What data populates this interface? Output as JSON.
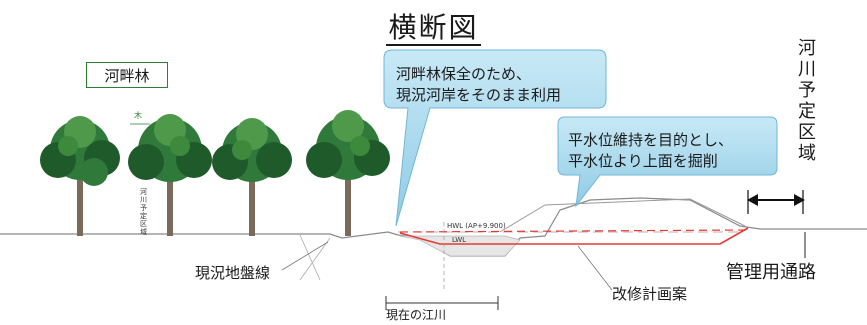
{
  "title": "横断図",
  "labels": {
    "riparian_forest": "河畔林",
    "callout_1": [
      "河畔林保全のため、",
      "現況河岸をそのまま利用"
    ],
    "callout_2": [
      "平水位維持を目的とし、",
      "平水位より上面を掘削"
    ],
    "river_zone": [
      "河",
      "川",
      "予",
      "定",
      "区",
      "域"
    ],
    "existing_ground": "現況地盤線",
    "improvement_plan": "改修計画案",
    "management_road": "管理用通路",
    "current_river": "現在の江川",
    "hwl": "HWL (AP+9.900)",
    "lwl": "LWL",
    "tree_zone_small": [
      "河",
      "川",
      "予",
      "定",
      "区",
      "域"
    ],
    "tree_mark": "木"
  },
  "colors": {
    "callout_fill": "#9fd3ea",
    "callout_stroke": "#6fb7d6",
    "tree_dark": "#1f5a2a",
    "tree_mid": "#2f7a3a",
    "tree_light": "#4f9a4a",
    "trunk": "#7a6a5a",
    "plan_line": "#e53935",
    "ground": "#8a8a8a",
    "water_fill": "#dcdcdc"
  }
}
